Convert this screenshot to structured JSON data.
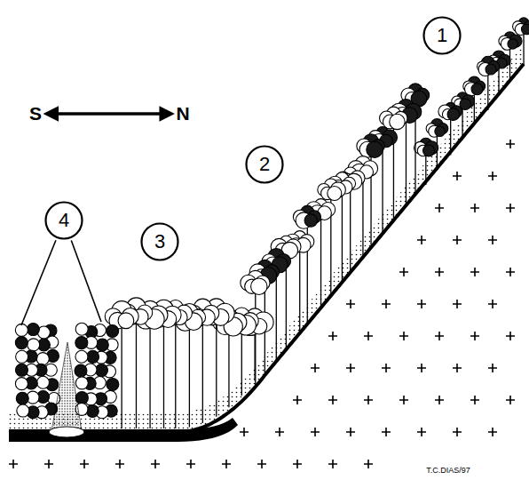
{
  "diagram": {
    "nodes": [
      {
        "text": [
          "1"
        ]
      },
      {
        "text": [
          "2"
        ]
      },
      {
        "text": [
          "3"
        ]
      },
      {
        "text": [
          "4"
        ]
      }
    ],
    "labels": [
      "S",
      "N",
      "T.C.DIAS/97"
    ]
  }
}
